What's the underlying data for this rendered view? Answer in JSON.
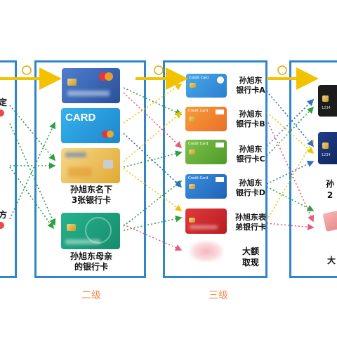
{
  "panel1": {
    "label_top": "定",
    "label_bottom": "方"
  },
  "panel2": {
    "card2_text": "CARD",
    "label_a": "孙旭东名下\n3张银行卡",
    "label_b": "孙旭东母亲\n的银行卡"
  },
  "panel3": {
    "card_text": "Credit Card",
    "labels": [
      "孙旭东\n银行卡A",
      "孙旭东\n银行卡B",
      "孙旭东\n银行卡C",
      "孙旭东\n银行卡D",
      "孙旭东表\n弟银行卡"
    ],
    "cash_label": "大额\n取现"
  },
  "panel4": {
    "card_number": "1234",
    "label_a": "孙",
    "label_a2": "2",
    "label_b": "大"
  },
  "levels": {
    "level2": "二级",
    "level3": "三级"
  },
  "colors": {
    "panel_border": "#2f86c9",
    "green_arrow": "#2ea043",
    "yellow_arrow": "#f2c200",
    "blue_arrow": "#2f6fc9",
    "pink_arrow": "#e85c7a",
    "level_text": "#f08a4b"
  }
}
